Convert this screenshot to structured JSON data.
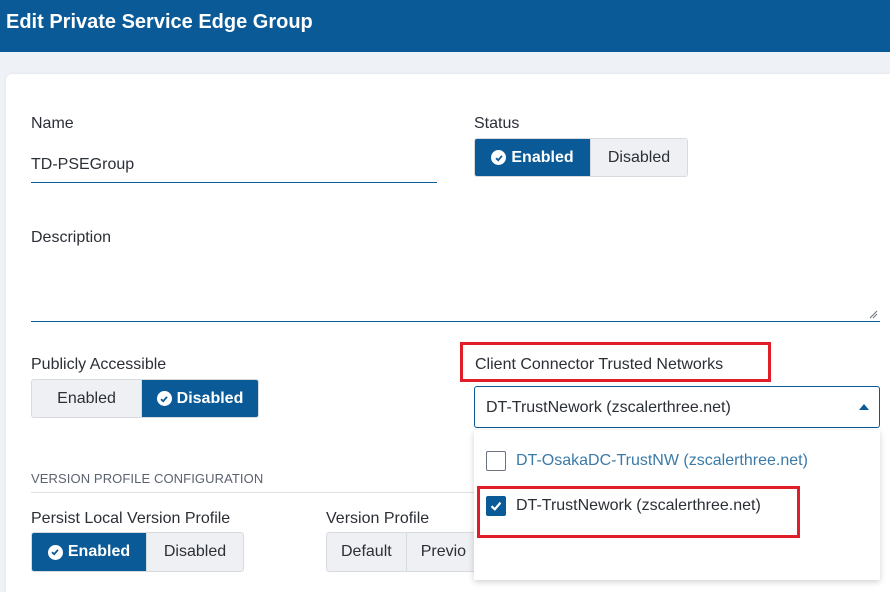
{
  "header": {
    "title": "Edit Private Service Edge Group"
  },
  "form": {
    "name": {
      "label": "Name",
      "value": "TD-PSEGroup"
    },
    "status": {
      "label": "Status",
      "options": [
        "Enabled",
        "Disabled"
      ],
      "selected": "Enabled"
    },
    "description": {
      "label": "Description",
      "value": ""
    },
    "publicly_accessible": {
      "label": "Publicly Accessible",
      "options": [
        "Enabled",
        "Disabled"
      ],
      "selected": "Disabled"
    },
    "trusted_networks": {
      "label": "Client Connector Trusted Networks",
      "selected_value": "DT-TrustNework (zscalerthree.net)",
      "options": [
        {
          "label": "DT-OsakaDC-TrustNW (zscalerthree.net)",
          "checked": false
        },
        {
          "label": "DT-TrustNework (zscalerthree.net)",
          "checked": true
        }
      ]
    },
    "version_section": {
      "title": "VERSION PROFILE CONFIGURATION"
    },
    "persist_local": {
      "label": "Persist Local Version Profile",
      "options": [
        "Enabled",
        "Disabled"
      ],
      "selected": "Enabled"
    },
    "version_profile": {
      "label": "Version Profile",
      "options": [
        "Default",
        "Previo"
      ]
    }
  },
  "colors": {
    "brand": "#0a5a97",
    "highlight": "#e01e2a"
  },
  "icons": {
    "check_circle": "check-circle-icon",
    "caret": "caret-up-icon",
    "checkbox": "checkbox-icon"
  }
}
